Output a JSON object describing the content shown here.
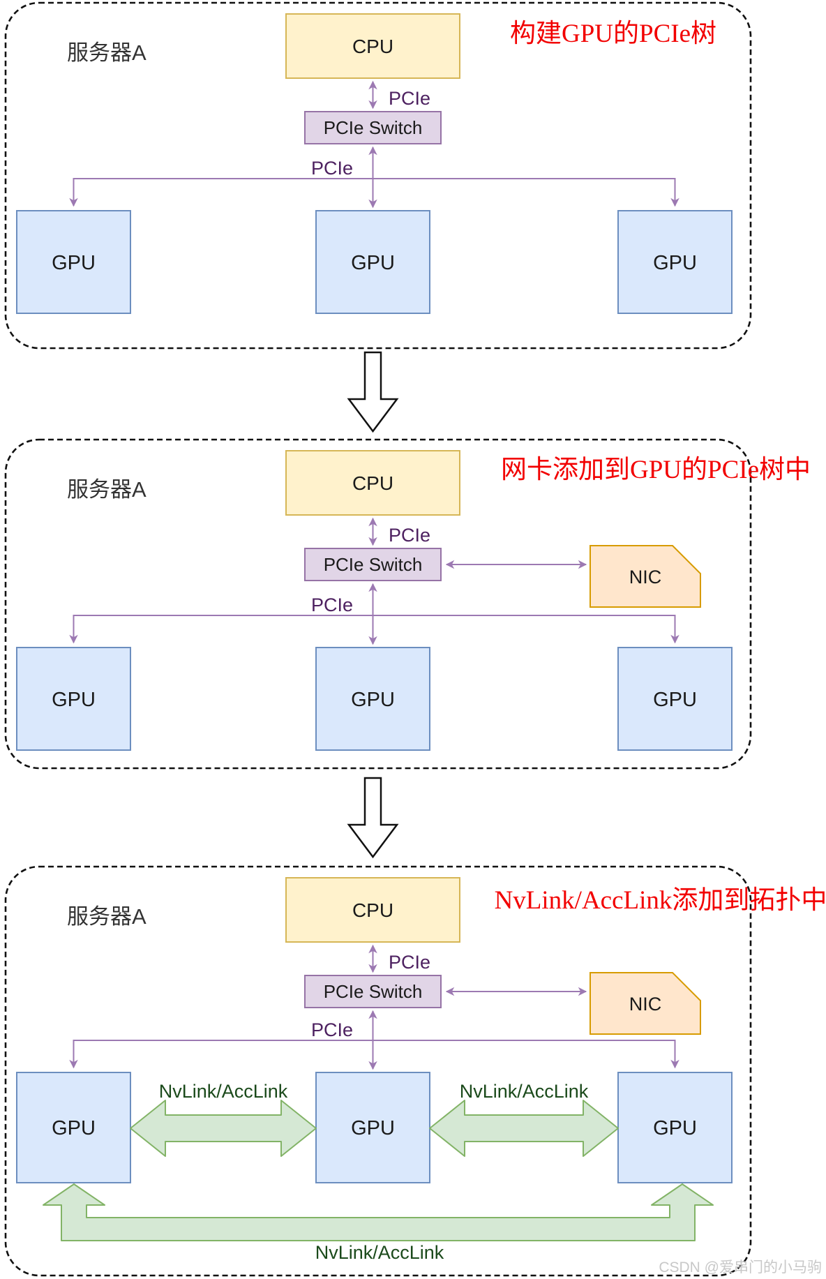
{
  "diagram_title": "GPU PCIe topology build-up (3 stages)",
  "panels": [
    {
      "server": "服务器A",
      "title": "构建GPU的PCIe树",
      "cpu": "CPU",
      "pcie_link": "PCIe",
      "switch_label": "PCIe Switch",
      "pcie_bus": "PCIe",
      "gpus": [
        "GPU",
        "GPU",
        "GPU"
      ]
    },
    {
      "server": "服务器A",
      "title": "网卡添加到GPU的PCIe树中",
      "cpu": "CPU",
      "pcie_link": "PCIe",
      "switch_label": "PCIe Switch",
      "pcie_bus": "PCIe",
      "nic": "NIC",
      "gpus": [
        "GPU",
        "GPU",
        "GPU"
      ]
    },
    {
      "server": "服务器A",
      "title": "NvLink/AccLink添加到拓扑中",
      "cpu": "CPU",
      "pcie_link": "PCIe",
      "switch_label": "PCIe Switch",
      "pcie_bus": "PCIe",
      "nic": "NIC",
      "gpus": [
        "GPU",
        "GPU",
        "GPU"
      ],
      "nvlink_left": "NvLink/AccLink",
      "nvlink_right": "NvLink/AccLink",
      "nvlink_bottom": "NvLink/AccLink"
    }
  ],
  "watermark": "CSDN @爱串门的小马驹",
  "colors": {
    "title_red": "#F20000",
    "connector_purple": "#9C79B2",
    "pcie_label_purple": "#4D2160",
    "cpu_fill": "#FFF2CC",
    "cpu_border": "#D6B656",
    "switch_fill": "#E1D5E7",
    "switch_border": "#9673A6",
    "gpu_fill": "#DAE8FC",
    "gpu_border": "#6C8EBF",
    "nic_fill": "#FFE6CC",
    "nic_border": "#D79B00",
    "nvlink_fill": "#D5E8D4",
    "nvlink_border": "#82B366",
    "nvlink_text": "#1B4A1B",
    "panel_border": "#111111",
    "watermark_gray": "#C8C8C8"
  }
}
